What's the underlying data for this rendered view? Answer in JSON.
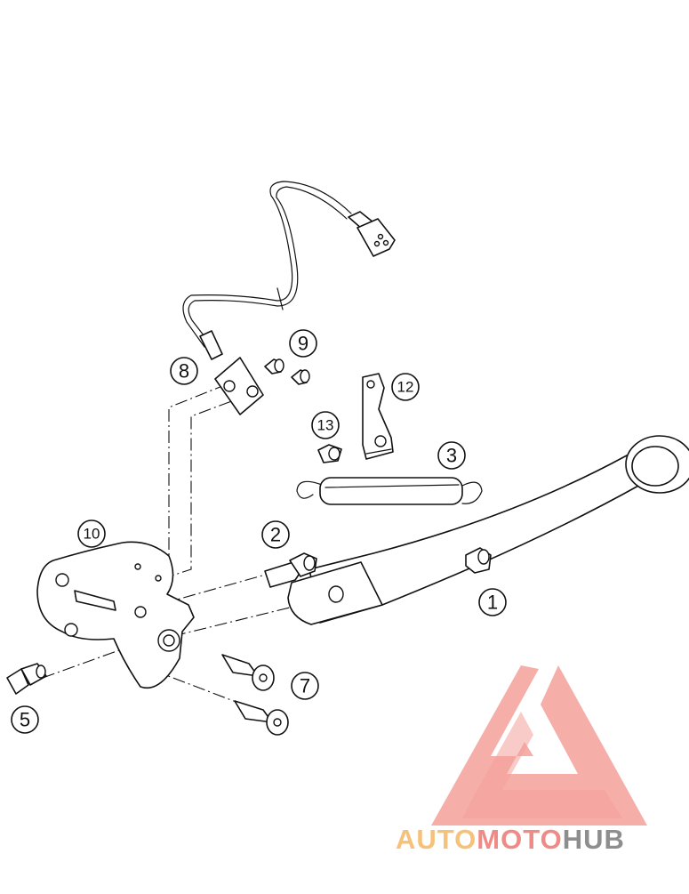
{
  "callouts": [
    {
      "id": "1",
      "label": "1"
    },
    {
      "id": "2",
      "label": "2"
    },
    {
      "id": "3",
      "label": "3"
    },
    {
      "id": "5",
      "label": "5"
    },
    {
      "id": "7",
      "label": "7"
    },
    {
      "id": "8",
      "label": "8"
    },
    {
      "id": "9",
      "label": "9"
    },
    {
      "id": "10",
      "label": "10"
    },
    {
      "id": "12",
      "label": "12"
    },
    {
      "id": "13",
      "label": "13"
    }
  ],
  "watermark": {
    "part1": "AUTO",
    "part2": "MOTO",
    "part3": "HUB",
    "colors": {
      "logo": "#f4a09a",
      "auto": "#f6c27a",
      "moto": "#f08a86",
      "hub": "#8e8e8e"
    }
  }
}
